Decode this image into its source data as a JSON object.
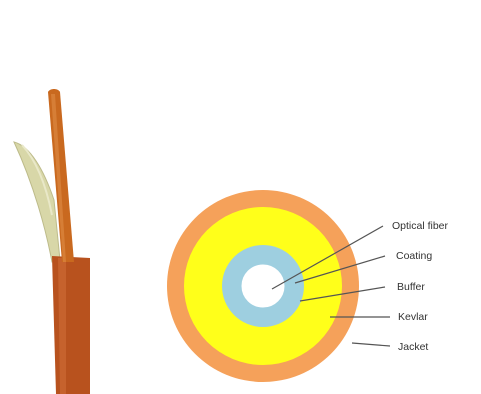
{
  "diagram": {
    "labels": {
      "optical_fiber": "Optical fiber",
      "coating": "Coating",
      "buffer": "Buffer",
      "kevlar": "Kevlar",
      "jacket": "Jacket"
    },
    "colors": {
      "jacket": "#F5A15A",
      "kevlar": "#FFFF1A",
      "buffer": "#9ECFE0",
      "fiber_core": "#FFFFFF",
      "cable_jacket_brown": "#B8521E",
      "strand_brown": "#C9691F",
      "kevlar_strands": "#D8D7A8",
      "leader_line": "#555555"
    },
    "icons": {
      "left": "fiber-cable-side-view",
      "right": "fiber-cable-cross-section"
    }
  }
}
